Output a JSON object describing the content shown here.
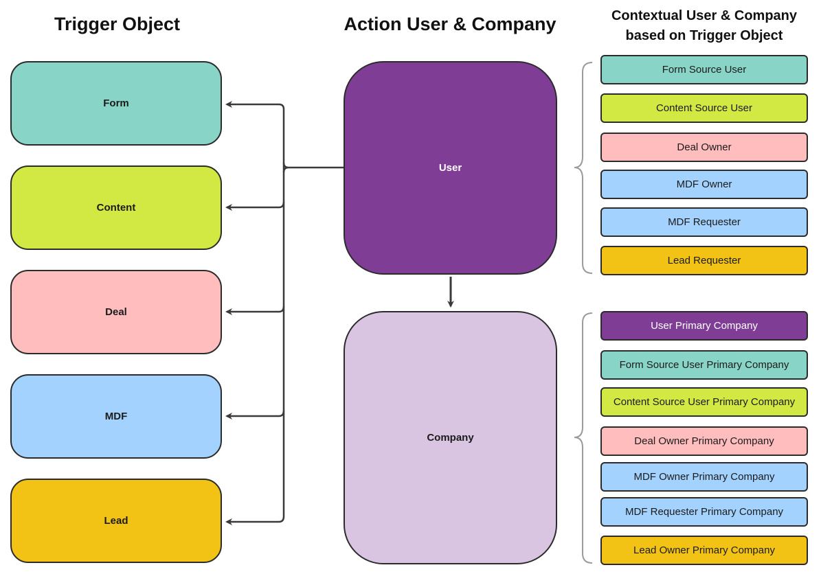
{
  "headings": {
    "trigger": "Trigger Object",
    "action": "Action User & Company",
    "contextual_line1": "Contextual User & Company",
    "contextual_line2": "based on Trigger Object"
  },
  "triggers": [
    {
      "label": "Form",
      "color": "#88d4c6"
    },
    {
      "label": "Content",
      "color": "#d2e843"
    },
    {
      "label": "Deal",
      "color": "#ffbdbd"
    },
    {
      "label": "MDF",
      "color": "#a3d2ff"
    },
    {
      "label": "Lead",
      "color": "#f2c315"
    }
  ],
  "actions": [
    {
      "label": "User",
      "color": "#7f3d96",
      "text_color": "#ffffff"
    },
    {
      "label": "Company",
      "color": "#d9c5e2",
      "text_color": "#1b1b1b"
    }
  ],
  "user_contexts": [
    {
      "label": "Form Source User",
      "color": "#88d4c6"
    },
    {
      "label": "Content Source User",
      "color": "#d2e843"
    },
    {
      "label": "Deal Owner",
      "color": "#ffbdbd"
    },
    {
      "label": "MDF Owner",
      "color": "#a3d2ff"
    },
    {
      "label": "MDF Requester",
      "color": "#a3d2ff"
    },
    {
      "label": "Lead Requester",
      "color": "#f2c315"
    }
  ],
  "company_contexts": [
    {
      "label": "User Primary Company",
      "color": "#7f3d96",
      "text_color": "#ffffff"
    },
    {
      "label": "Form Source User Primary Company",
      "color": "#88d4c6"
    },
    {
      "label": "Content Source User Primary Company",
      "color": "#d2e843"
    },
    {
      "label": "Deal Owner Primary Company",
      "color": "#ffbdbd"
    },
    {
      "label": "MDF Owner Primary Company",
      "color": "#a3d2ff"
    },
    {
      "label": "MDF Requester Primary Company",
      "color": "#a3d2ff"
    },
    {
      "label": "Lead Owner Primary Company",
      "color": "#f2c315"
    }
  ]
}
